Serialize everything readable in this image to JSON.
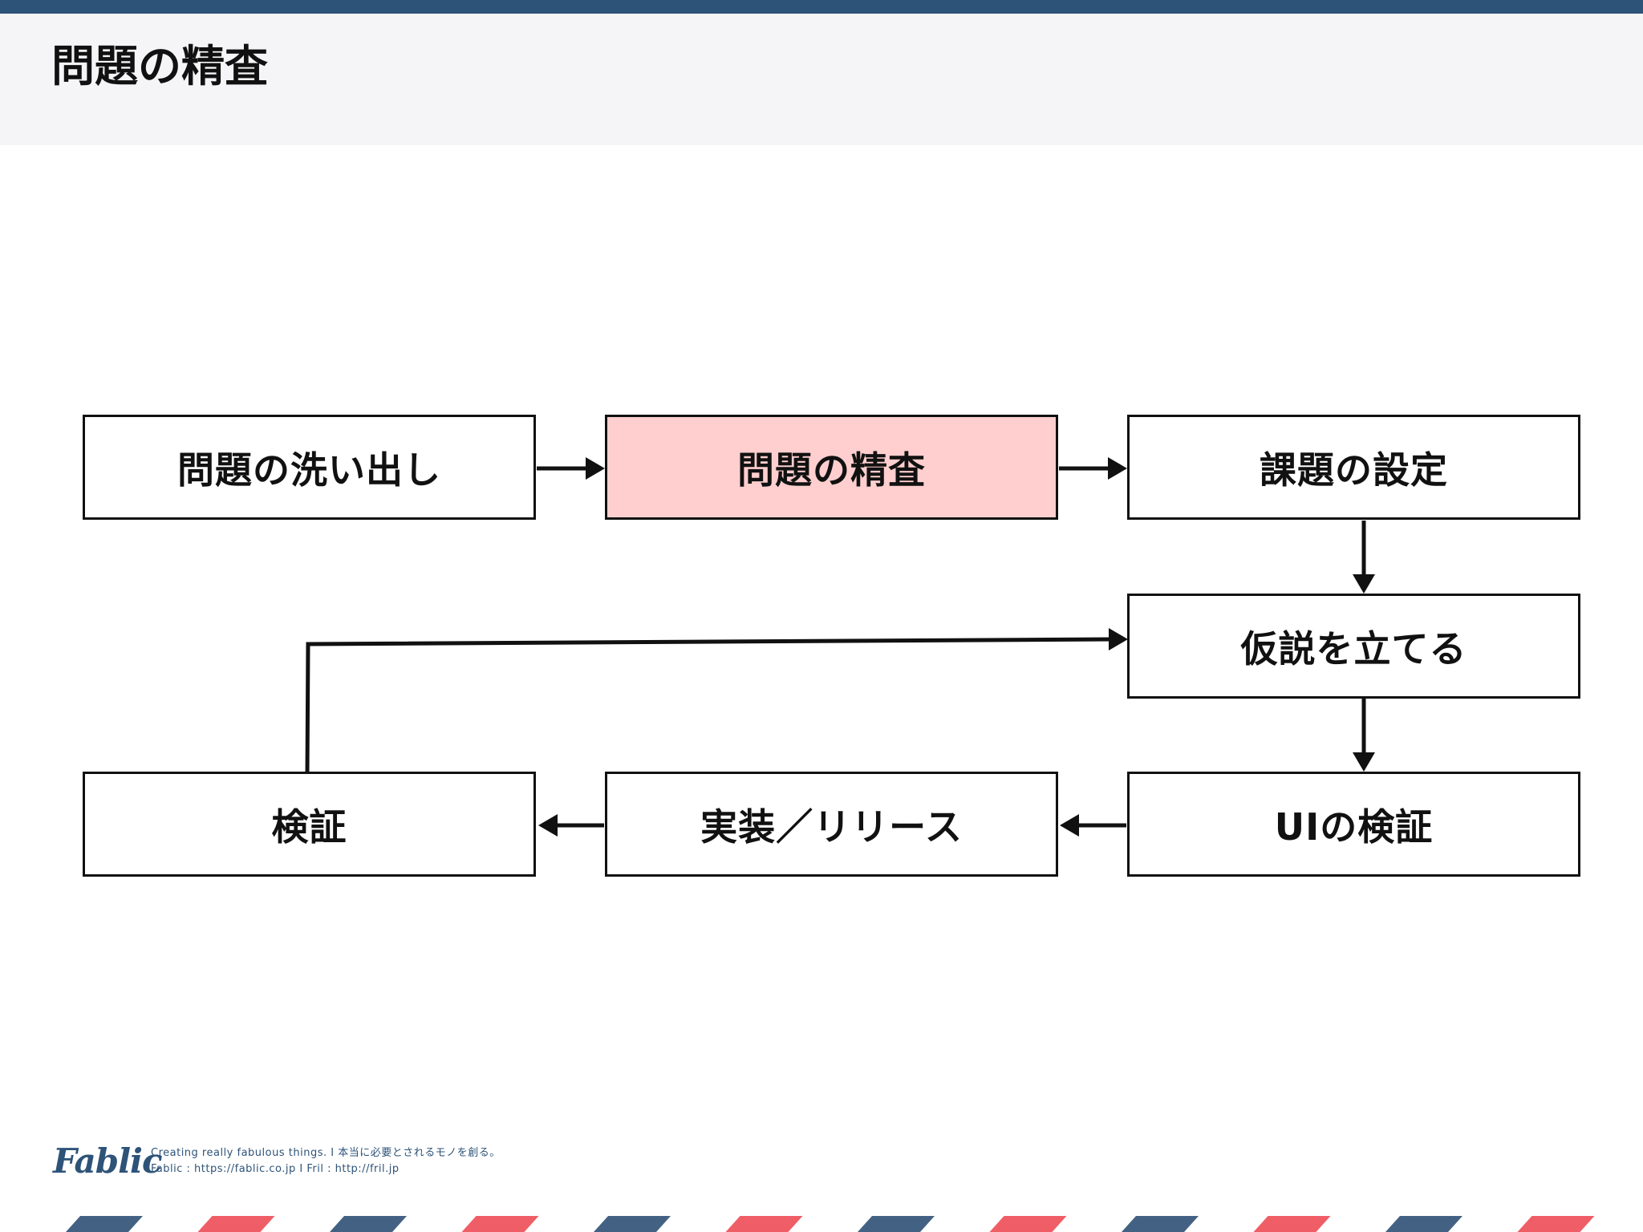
{
  "header": {
    "title": "問題の精査"
  },
  "diagram": {
    "nodes": [
      {
        "id": "identify",
        "label": "問題の洗い出し",
        "highlighted": false
      },
      {
        "id": "scrutinize",
        "label": "問題の精査",
        "highlighted": true
      },
      {
        "id": "set-issue",
        "label": "課題の設定",
        "highlighted": false
      },
      {
        "id": "hypothesis",
        "label": "仮説を立てる",
        "highlighted": false
      },
      {
        "id": "ui-verify",
        "label": "UIの検証",
        "highlighted": false
      },
      {
        "id": "implement",
        "label": "実装／リリース",
        "highlighted": false
      },
      {
        "id": "verify",
        "label": "検証",
        "highlighted": false
      }
    ],
    "edges": [
      {
        "from": "identify",
        "to": "scrutinize"
      },
      {
        "from": "scrutinize",
        "to": "set-issue"
      },
      {
        "from": "set-issue",
        "to": "hypothesis"
      },
      {
        "from": "hypothesis",
        "to": "ui-verify"
      },
      {
        "from": "ui-verify",
        "to": "implement"
      },
      {
        "from": "implement",
        "to": "verify"
      },
      {
        "from": "verify",
        "to": "hypothesis"
      }
    ],
    "highlight_color": "#ffcfcf",
    "border_color": "#111111"
  },
  "footer": {
    "logo": "Fablic",
    "tagline": "Creating really fabulous things. Ⅰ 本当に必要とされるモノを創る。",
    "links": "Fablic : https://fablic.co.jp Ⅰ Fril : http://fril.jp"
  },
  "colors": {
    "brand_navy": "#2e5378",
    "header_background": "#f5f4f6",
    "stripe_navy": "#436283",
    "stripe_red": "#ef5e66"
  }
}
